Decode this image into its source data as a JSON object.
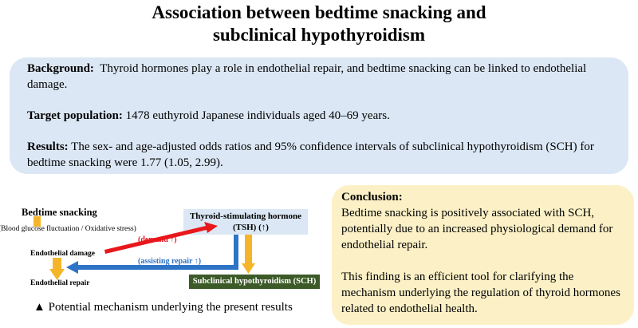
{
  "title": {
    "line1": "Association between bedtime snacking and",
    "line2": "subclinical hypothyroidism"
  },
  "background": {
    "heading": "Background:",
    "text": "Thyroid hormones play a role in endothelial repair, and bedtime snacking can be linked to endothelial damage."
  },
  "target": {
    "heading": "Target population:",
    "text": "1478 euthyroid Japanese individuals aged 40–69 years."
  },
  "results": {
    "heading": "Results:",
    "text": "The sex- and age-adjusted odds ratios and 95% confidence intervals of subclinical hypothyroidism (SCH) for bedtime snacking were 1.77 (1.05, 2.99)."
  },
  "diagram": {
    "bedtime_snacking": "Bedtime  snacking",
    "stress": "(Blood glucose fluctuation / Oxidative stress)",
    "endothelial_damage": "Endothelial damage",
    "endothelial_repair": "Endothelial repair",
    "demand": "(demand ↑)",
    "assisting_repair": "(assisting repair ↑)",
    "tsh_line1": "Thyroid-stimulating hormone",
    "tsh_line2": "(TSH)   (↑)",
    "sch": "Subclinical hypothyroidism (SCH)",
    "colors": {
      "orange": "#f5b52a",
      "red": "#e8171c",
      "blue": "#2e74c6",
      "dark_green": "#3c5a28",
      "light_blue_box": "#dbe7f4",
      "yellow_box": "#fcf1c6"
    }
  },
  "caption": {
    "marker": "▲",
    "text": "Potential mechanism underlying the present results"
  },
  "conclusion": {
    "heading": "Conclusion:",
    "para1": "Bedtime snacking is positively associated with SCH, potentially due to an increased physiological demand for endothelial repair.",
    "para2": "This finding is an efficient tool for clarifying the mechanism underlying the regulation of thyroid hormones related to endothelial health."
  }
}
